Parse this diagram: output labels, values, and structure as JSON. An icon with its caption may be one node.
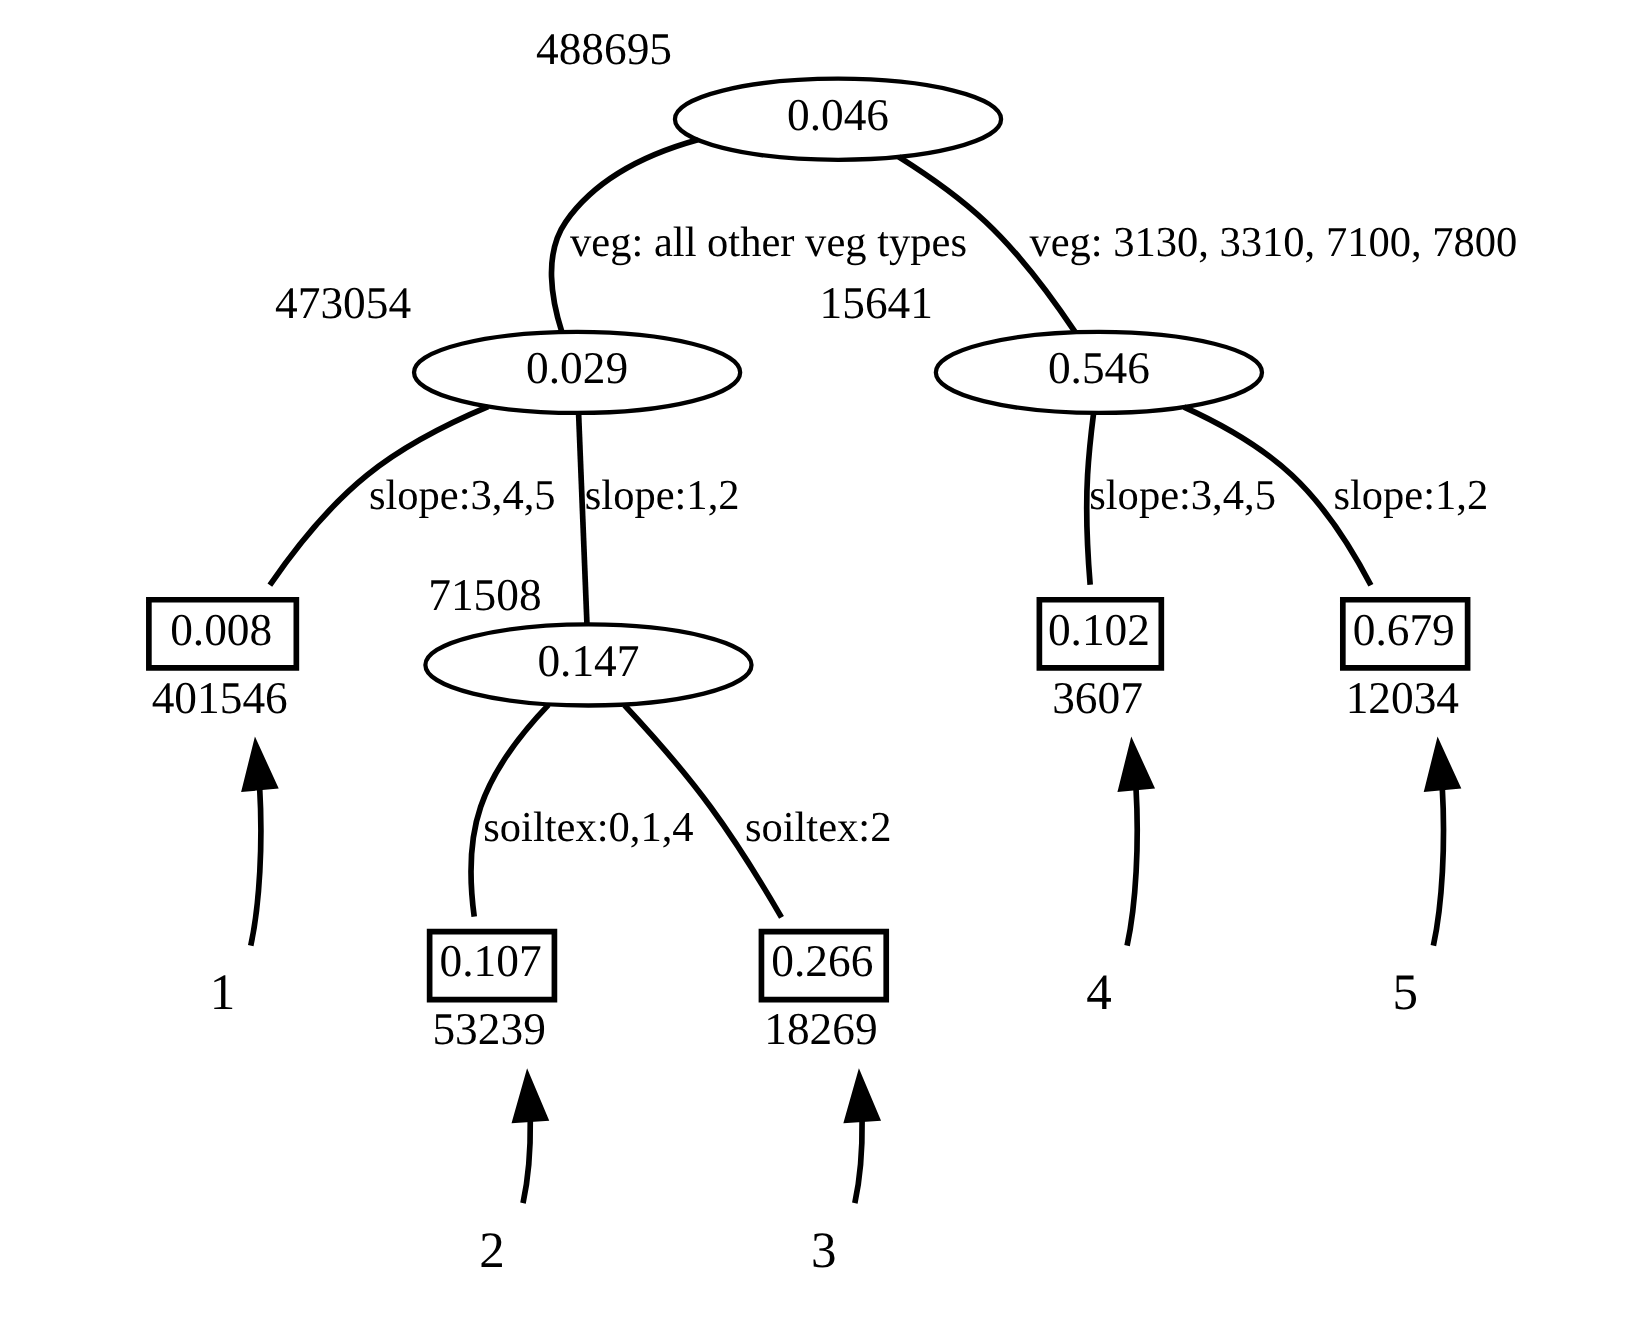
{
  "diagram": {
    "nodes": [
      {
        "text": [
          "0.046"
        ],
        "beside": [
          "488695"
        ]
      },
      {
        "text": [
          "0.029"
        ],
        "beside": [
          "473054"
        ]
      },
      {
        "text": [
          "0.546"
        ],
        "beside": [
          "15641"
        ]
      },
      {
        "text": [
          "0.008"
        ],
        "beside": [
          "401546"
        ]
      },
      {
        "text": [
          "0.147"
        ],
        "beside": [
          "71508"
        ]
      },
      {
        "text": [
          "0.102"
        ],
        "beside": [
          "3607"
        ]
      },
      {
        "text": [
          "0.679"
        ],
        "beside": [
          "12034"
        ]
      },
      {
        "text": [
          "0.107"
        ],
        "beside": [
          "53239"
        ]
      },
      {
        "text": [
          "0.266"
        ],
        "beside": [
          "18269"
        ]
      },
      {
        "text": [
          "1"
        ]
      },
      {
        "text": [
          "2"
        ]
      },
      {
        "text": [
          "3"
        ]
      },
      {
        "text": [
          "4"
        ]
      },
      {
        "text": [
          "5"
        ]
      }
    ],
    "edges": [
      {
        "from": 0,
        "to": 1,
        "arrow": "none",
        "label": "veg: all other veg types"
      },
      {
        "from": 0,
        "to": 2,
        "arrow": "none",
        "label": "veg: 3130, 3310, 7100, 7800"
      },
      {
        "from": 1,
        "to": 3,
        "arrow": "none",
        "label": "slope:3,4,5"
      },
      {
        "from": 1,
        "to": 4,
        "arrow": "none",
        "label": "slope:1,2"
      },
      {
        "from": 2,
        "to": 5,
        "arrow": "none",
        "label": "slope:3,4,5"
      },
      {
        "from": 2,
        "to": 6,
        "arrow": "none",
        "label": "slope:1,2"
      },
      {
        "from": 4,
        "to": 7,
        "arrow": "none",
        "label": "soiltex:0,1,4"
      },
      {
        "from": 4,
        "to": 8,
        "arrow": "none",
        "label": "soiltex:2"
      },
      {
        "from": 9,
        "to": 3,
        "arrow": "to"
      },
      {
        "from": 10,
        "to": 7,
        "arrow": "to"
      },
      {
        "from": 11,
        "to": 8,
        "arrow": "to"
      },
      {
        "from": 12,
        "to": 5,
        "arrow": "to"
      },
      {
        "from": 13,
        "to": 6,
        "arrow": "to"
      }
    ]
  }
}
